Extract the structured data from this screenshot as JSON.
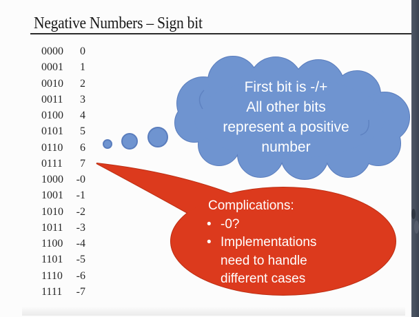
{
  "slide": {
    "title": "Negative Numbers – Sign bit"
  },
  "sign_table": {
    "rows": [
      {
        "bits": "0000",
        "value": "0"
      },
      {
        "bits": "0001",
        "value": "1"
      },
      {
        "bits": "0010",
        "value": "2"
      },
      {
        "bits": "0011",
        "value": "3"
      },
      {
        "bits": "0100",
        "value": "4"
      },
      {
        "bits": "0101",
        "value": "5"
      },
      {
        "bits": "0110",
        "value": "6"
      },
      {
        "bits": "0111",
        "value": "7"
      },
      {
        "bits": "1000",
        "value": "-0"
      },
      {
        "bits": "1001",
        "value": "-1"
      },
      {
        "bits": "1010",
        "value": "-2"
      },
      {
        "bits": "1011",
        "value": "-3"
      },
      {
        "bits": "1100",
        "value": "-4"
      },
      {
        "bits": "1101",
        "value": "-5"
      },
      {
        "bits": "1110",
        "value": "-6"
      },
      {
        "bits": "1111",
        "value": "-7"
      }
    ]
  },
  "thought_cloud": {
    "lines": [
      "First bit is -/+",
      "All other bits",
      "represent a positive",
      "number"
    ]
  },
  "callout": {
    "heading": "Complications:",
    "bullet_char": "•",
    "bullets": [
      "-0?",
      "Implementations need to handle different cases"
    ]
  },
  "colors": {
    "cloud_fill": "#6f94d0",
    "cloud_border": "#5a7dbd",
    "callout_fill": "#dc3a1d",
    "callout_border": "#bb2d12",
    "sidebar_light": "#4e5765",
    "sidebar_dark": "#454e5c",
    "sidebar_edge": "#3a4350",
    "title_text": "#1a1a1a",
    "table_text": "#262626",
    "bubble_text": "#ffffff"
  }
}
